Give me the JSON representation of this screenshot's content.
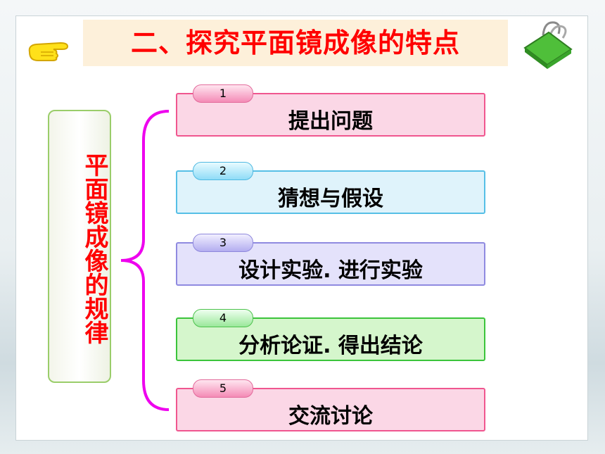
{
  "title": "二、探究平面镜成像的特点",
  "side_label": "平面镜成像的规律",
  "steps": [
    {
      "number": "1",
      "label": "提出问题"
    },
    {
      "number": "2",
      "label": "猜想与假设"
    },
    {
      "number": "3",
      "label": "设计实验. 进行实验"
    },
    {
      "number": "4",
      "label": "分析论证. 得出结论"
    },
    {
      "number": "5",
      "label": "交流讨论"
    }
  ],
  "colors": {
    "title": "#ff0000",
    "brace": "#ee00ee",
    "step1": "#f0568f",
    "step2": "#56bfe6",
    "step3": "#8f8ae0",
    "step4": "#3bc43b",
    "step5": "#f0568f"
  },
  "icons": [
    "pointing-hand-icon",
    "binder-clip-icon"
  ]
}
